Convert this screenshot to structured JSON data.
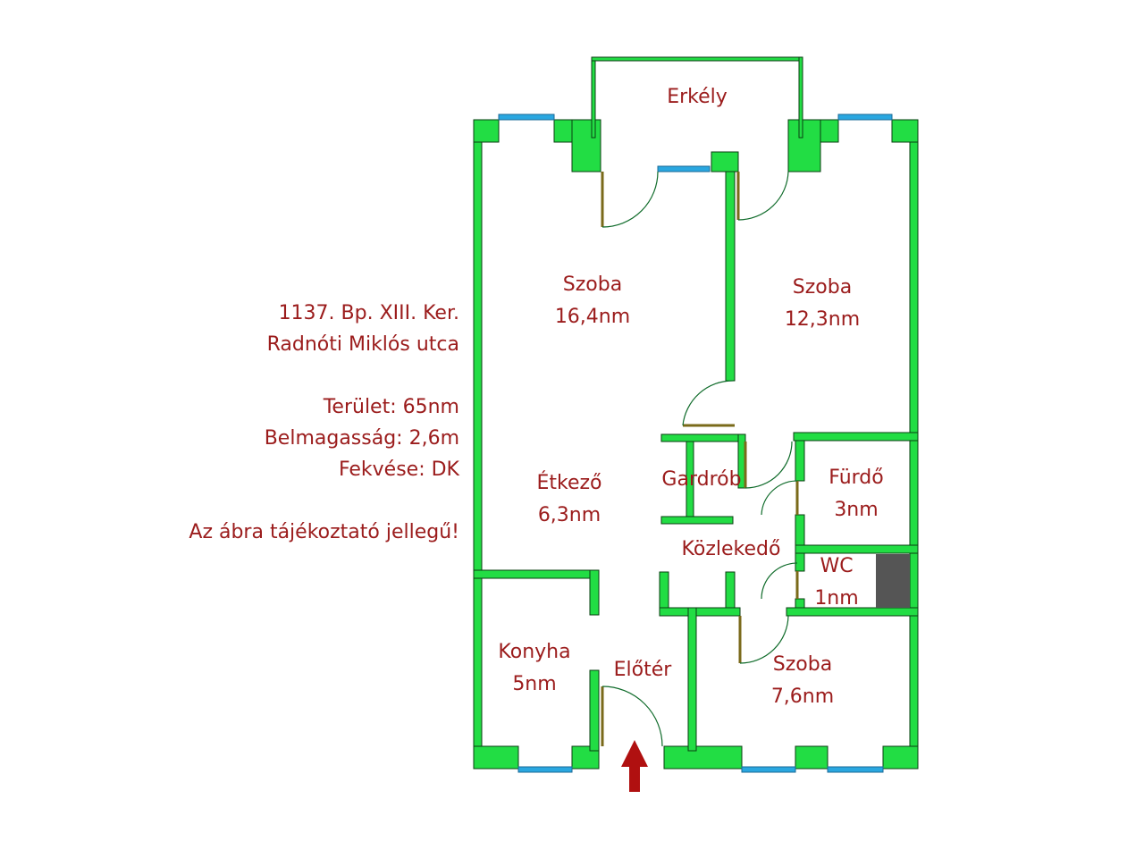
{
  "info": {
    "address_line1": "1137. Bp. XIII. Ker.",
    "address_line2": "Radnóti Miklós utca",
    "area": "Terület: 65nm",
    "ceiling": "Belmagasság: 2,6m",
    "orientation": "Fekvése: DK",
    "disclaimer": "Az ábra tájékoztató jellegű!"
  },
  "rooms": {
    "balcony": {
      "name": "Erkély"
    },
    "room_large": {
      "name": "Szoba",
      "area": "16,4nm"
    },
    "room_right": {
      "name": "Szoba",
      "area": "12,3nm"
    },
    "dining": {
      "name": "Étkező",
      "area": "6,3nm"
    },
    "wardrobe": {
      "name": "Gardrób"
    },
    "bathroom": {
      "name": "Fürdő",
      "area": "3nm"
    },
    "corridor": {
      "name": "Közlekedő"
    },
    "wc": {
      "name": "WC",
      "area": "1nm"
    },
    "kitchen": {
      "name": "Konyha",
      "area": "5nm"
    },
    "hall": {
      "name": "Előtér"
    },
    "room_small": {
      "name": "Szoba",
      "area": "7,6nm"
    }
  },
  "colors": {
    "wall": "#22dd44",
    "wall_outline": "#0a3d12",
    "window": "#2aa7e0",
    "door": "#7a6a1a",
    "label": "#9b1c1c",
    "arrow": "#b01010",
    "fixture": "#555555"
  }
}
